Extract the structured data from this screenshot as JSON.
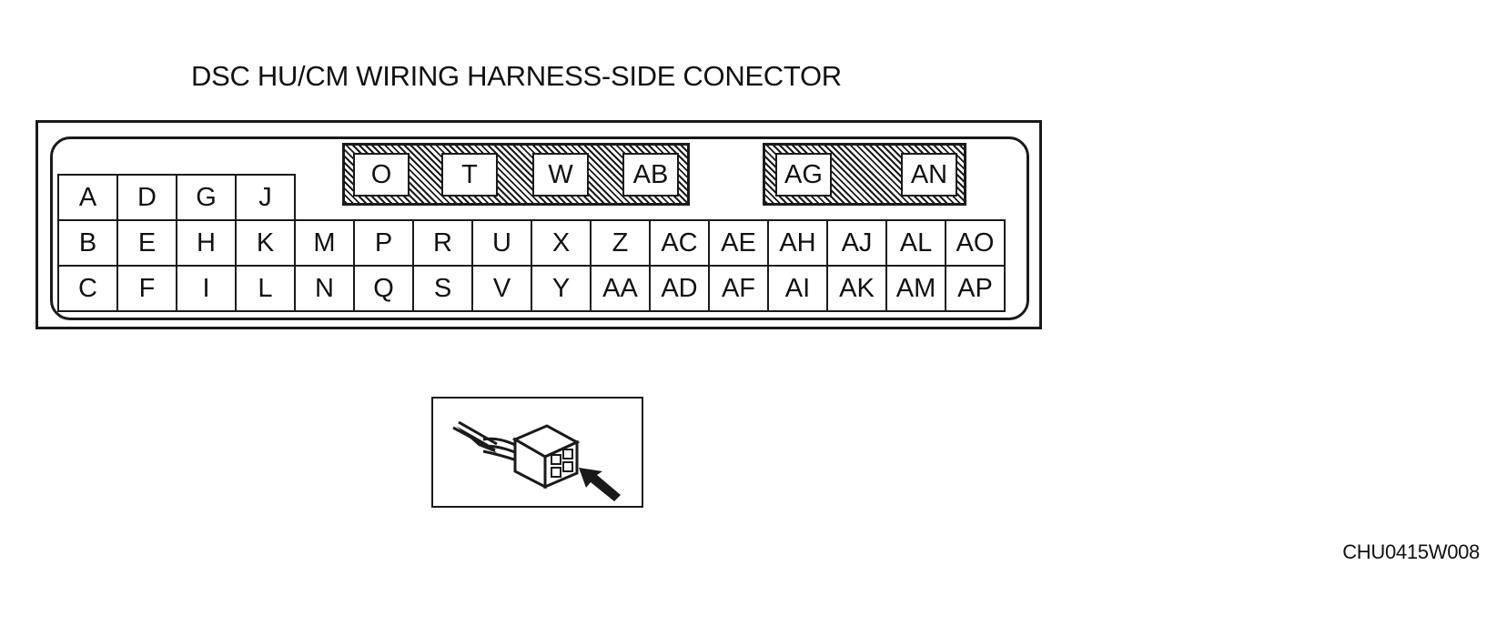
{
  "title": "DSC HU/CM WIRING HARNESS-SIDE CONECTOR",
  "reference_code": "CHU0415W008",
  "connector": {
    "top_pins_left": [
      "O",
      "T",
      "W",
      "AB"
    ],
    "top_pins_right": [
      "AG",
      "AN"
    ],
    "row1": [
      "A",
      "D",
      "G",
      "J"
    ],
    "row2": [
      "B",
      "E",
      "H",
      "K",
      "M",
      "P",
      "R",
      "U",
      "X",
      "Z",
      "AC",
      "AE",
      "AH",
      "AJ",
      "AL",
      "AO"
    ],
    "row3": [
      "C",
      "F",
      "I",
      "L",
      "N",
      "Q",
      "S",
      "V",
      "Y",
      "AA",
      "AD",
      "AF",
      "AI",
      "AK",
      "AM",
      "AP"
    ]
  },
  "view_icon": "harness-connector-view-icon"
}
